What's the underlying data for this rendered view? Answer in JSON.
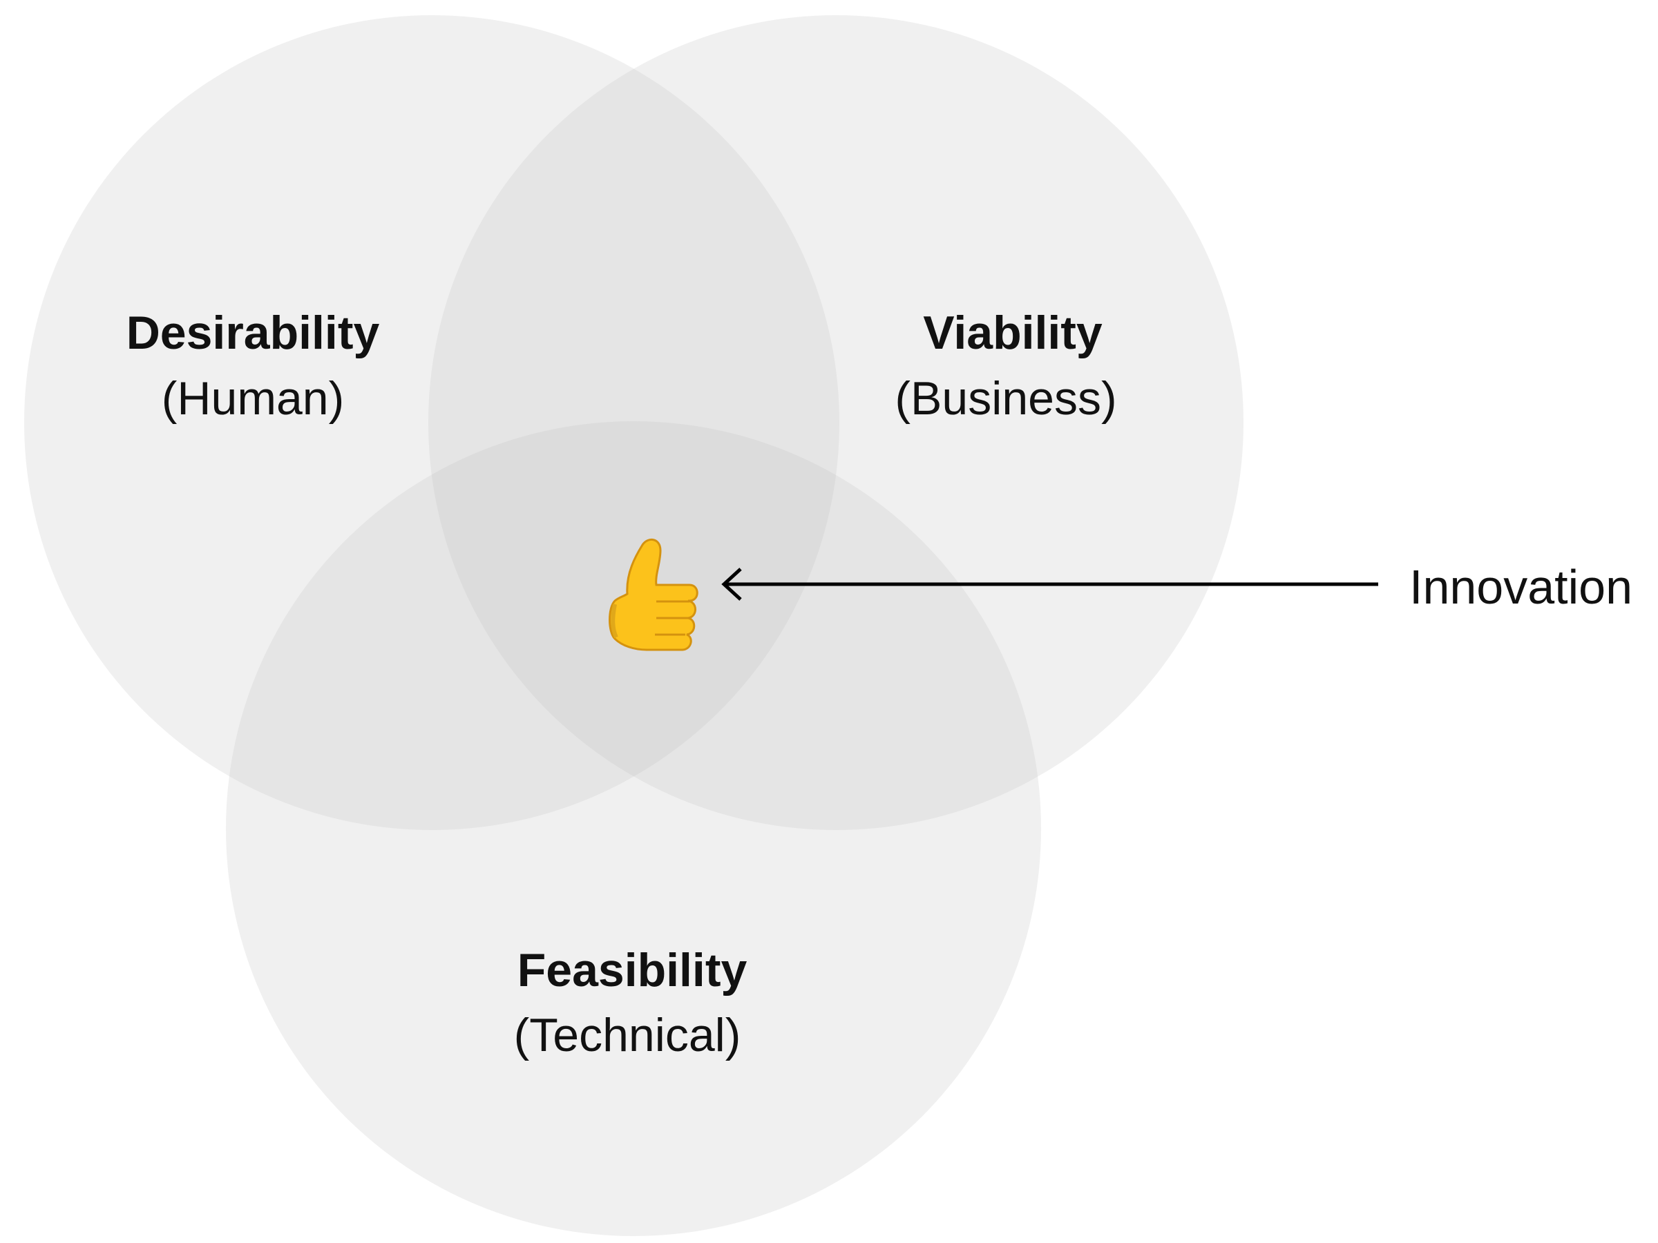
{
  "sets": [
    {
      "title": "Desirability",
      "subtitle": "(Human)"
    },
    {
      "title": "Viability",
      "subtitle": "(Business)"
    },
    {
      "title": "Feasibility",
      "subtitle": "(Technical)"
    }
  ],
  "intersection": {
    "icon": "thumbs-up-icon",
    "glyph": "👍",
    "label": "Innovation"
  },
  "colors": {
    "circle_fill": "#c4c4c4",
    "text": "#111111",
    "arrow": "#000000",
    "thumb_yellow": "#fcc21b",
    "thumb_shade": "#d4920f"
  }
}
